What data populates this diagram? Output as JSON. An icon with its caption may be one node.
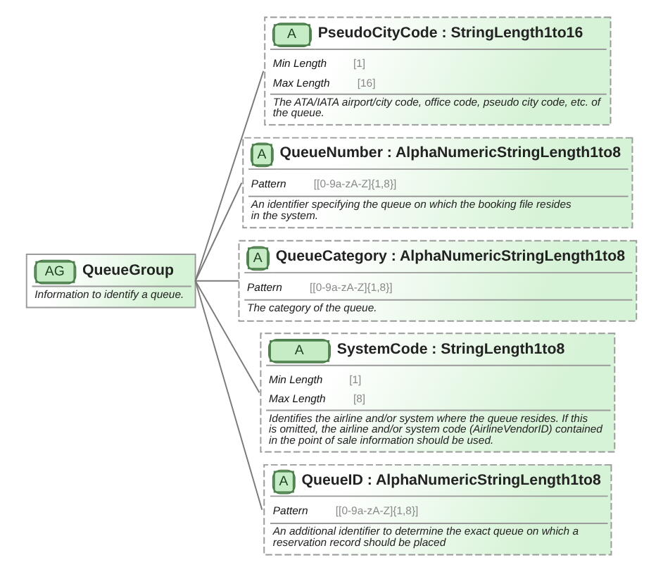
{
  "diagram": {
    "nodes": [
      {
        "text": [
          "AG",
          "QueueGroup",
          "Information to identify a queue."
        ]
      },
      {
        "text": [
          "A",
          "PseudoCityCode : StringLength1to16",
          "Min Length",
          "[1]",
          "Max Length",
          "[16]",
          "The ATA/IATA airport/city code, office code, pseudo city code, etc. of the queue."
        ]
      },
      {
        "text": [
          "A",
          "QueueNumber : AlphaNumericStringLength1to8",
          "Pattern",
          "[[0-9a-zA-Z]{1,8}]",
          "An identifier specifying the queue on which the booking file resides in the system."
        ]
      },
      {
        "text": [
          "A",
          "QueueCategory : AlphaNumericStringLength1to8",
          "Pattern",
          "[[0-9a-zA-Z]{1,8}]",
          "The category of the queue."
        ]
      },
      {
        "text": [
          "A",
          "SystemCode : StringLength1to8",
          "Min Length",
          "[1]",
          "Max Length",
          "[8]",
          "Identifies the airline and/or system where the queue resides. If this is omitted, the airline and/or system code (AirlineVendorID) contained in the point of sale information should be used."
        ]
      },
      {
        "text": [
          "A",
          "QueueID : AlphaNumericStringLength1to8",
          "Pattern",
          "[[0-9a-zA-Z]{1,8}]",
          "An additional identifier to determine the exact queue on which a reservation record should be placed"
        ]
      }
    ],
    "edges": [
      {
        "from": 0,
        "to": 1,
        "arrow": "none"
      },
      {
        "from": 0,
        "to": 2,
        "arrow": "none"
      },
      {
        "from": 0,
        "to": 3,
        "arrow": "none"
      },
      {
        "from": 0,
        "to": 4,
        "arrow": "none"
      },
      {
        "from": 0,
        "to": 5,
        "arrow": "none"
      }
    ]
  }
}
